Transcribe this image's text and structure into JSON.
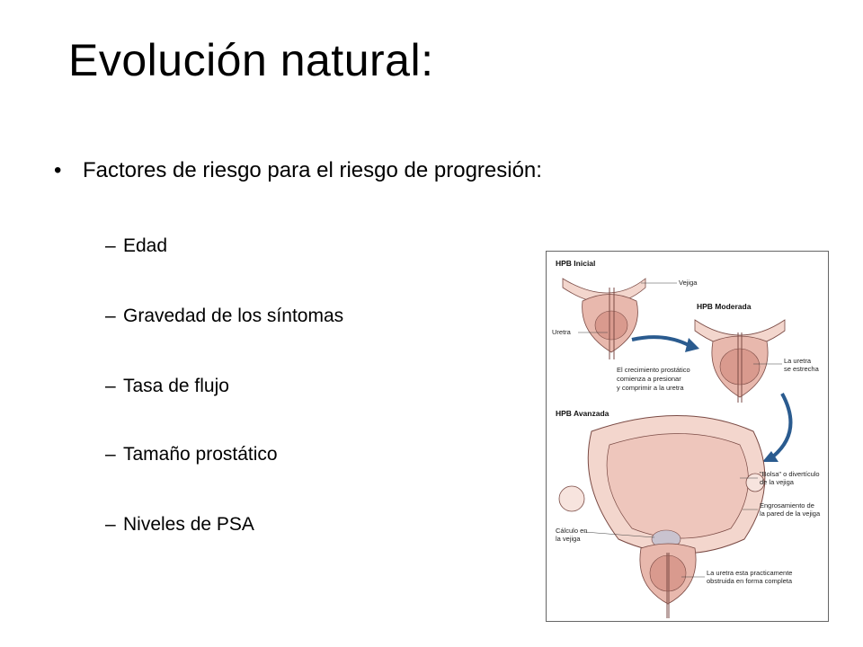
{
  "slide": {
    "title": "Evolución natural:",
    "bullet": "Factores de riesgo para el riesgo de progresión:",
    "sub_items": [
      "Edad",
      "Gravedad de los síntomas",
      "Tasa de flujo",
      "Tamaño prostático",
      "Niveles de PSA"
    ]
  },
  "figure": {
    "stage_initial": "HPB Inicial",
    "stage_moderate": "HPB Moderada",
    "stage_advanced": "HPB Avanzada",
    "label_bladder": "Vejiga",
    "label_urethra": "Uretra",
    "label_growth": [
      "El crecimiento prostático",
      "comienza a presionar",
      "y comprimir a la uretra"
    ],
    "label_narrow": [
      "La uretra",
      "se estrecha"
    ],
    "label_pouch": [
      "\"Bolsa\" o divertículo",
      "de la vejiga"
    ],
    "label_thick": [
      "Engrosamiento de",
      "la pared de la vejiga"
    ],
    "label_stone": [
      "Cálculo en",
      "la vejiga"
    ],
    "label_obstructed": [
      "La uretra esta practicamente",
      "obstruida en forma completa"
    ],
    "colors": {
      "tissue": "#e8b8ad",
      "tissue_light": "#f3d6cd",
      "outline": "#7a4a44",
      "arrow": "#2a5b8f"
    }
  }
}
